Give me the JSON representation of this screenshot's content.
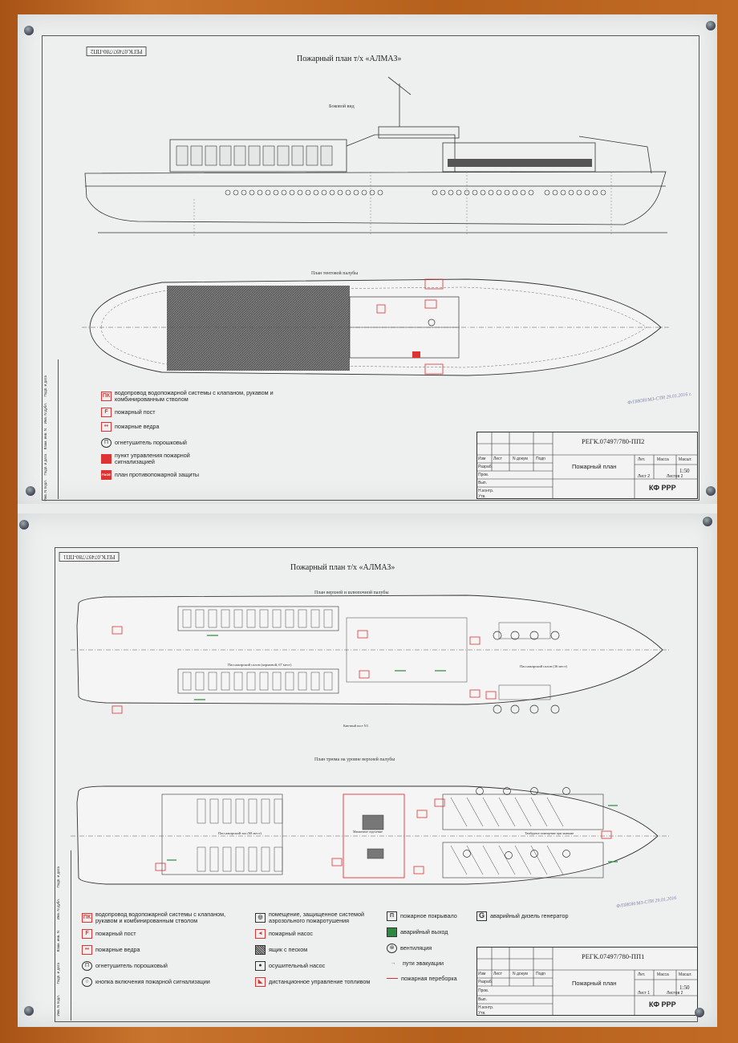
{
  "sheet_top": {
    "stamp": "РЕГК.07497/780-ПП2",
    "title": "Пожарный план т/х «АЛМАЗ»",
    "view_side": "Боковой вид",
    "view_plan": "План тентовой палубы",
    "legend": [
      {
        "sym": "ПК",
        "style": "pk",
        "text": "водопровод водопожарной системы с клапаном, рукавом и комбинированным стволом"
      },
      {
        "sym": "F",
        "style": "pk",
        "text": "пожарный пост"
      },
      {
        "sym": "••",
        "style": "dots",
        "text": "пожарные ведра"
      },
      {
        "sym": "П",
        "style": "circ",
        "text": "огнетушитель порошковый"
      },
      {
        "sym": "",
        "style": "red-fill",
        "text": "пункт управления пожарной сигнализацией"
      },
      {
        "sym": "PAGE",
        "style": "red-fill",
        "text": "план противопожарной защиты"
      }
    ],
    "titleblock": {
      "code": "РЕГК.07497/780-ПП2",
      "name": "Пожарный план",
      "scale": "1:50",
      "org": "КФ РРР",
      "cols": [
        "Изм",
        "Лист",
        "N докум",
        "Подп"
      ],
      "rows": [
        "Разраб.",
        "Пров.",
        "Вып.",
        "Н.контр.",
        "Утв."
      ],
      "meta": [
        "Лит.",
        "Масса",
        "Масшт."
      ],
      "sheet": "Лист 2",
      "sheets": "Листов 2"
    },
    "handwriting": "Ф/ПИОН/МЗ-СТИ 29.01.2016 г."
  },
  "sheet_bottom": {
    "stamp": "РЕГК.07497/780-ПП1",
    "title": "Пожарный план т/х «АЛМАЗ»",
    "view_upper": "План верхней и шлюпочной палубы",
    "view_hold": "План трюма на уровне верхней палубы",
    "label_salon_aft": "Пассажирский салон (кормовой, 67 мест)",
    "label_salon_fwd": "Пассажирский салон (36 мест)",
    "label_hold_salon": "Пассажирский зал (68 мест)",
    "label_engine": "Машинное отделение",
    "label_crew": "Тамбурное помещение при экипаже",
    "label_post": "Каютный пост N3",
    "legend_col1": [
      {
        "sym": "ПК",
        "style": "pk",
        "text": "водопровод водопожарной системы с клапаном, рукавом и комбинированным стволом"
      },
      {
        "sym": "F",
        "style": "pk",
        "text": "пожарный пост"
      },
      {
        "sym": "••",
        "style": "dots",
        "text": "пожарные ведра"
      },
      {
        "sym": "П",
        "style": "circ",
        "text": "огнетушитель порошковый"
      },
      {
        "sym": "○",
        "style": "circ",
        "text": "кнопка включения пожарной сигнализации"
      }
    ],
    "legend_col2": [
      {
        "sym": "◎",
        "style": "box",
        "text": "помещение, защищенное системой аэрозольного пожаротушения"
      },
      {
        "sym": "◂",
        "style": "pk",
        "text": "пожарный насос"
      },
      {
        "sym": "",
        "style": "gray",
        "text": "ящик с песком"
      },
      {
        "sym": "●",
        "style": "box",
        "text": "осушительный насос"
      },
      {
        "sym": "◣",
        "style": "pk",
        "text": "дистанционное управление топливом"
      }
    ],
    "legend_col3": [
      {
        "sym": "П",
        "style": "box",
        "text": "пожарное покрывало"
      },
      {
        "sym": "",
        "style": "green",
        "text": "аварийный выход"
      },
      {
        "sym": "⊗",
        "style": "circ",
        "text": "вентиляция"
      },
      {
        "sym": "→",
        "style": "arrow",
        "text": "пути эвакуации"
      },
      {
        "sym": "",
        "style": "line",
        "text": "пожарная переборка"
      }
    ],
    "legend_g": {
      "sym": "G",
      "text": "аварийный дизель генератор"
    },
    "titleblock": {
      "code": "РЕГК.07497/780-ПП1",
      "name": "Пожарный план",
      "scale": "1:50",
      "org": "КФ РРР",
      "cols": [
        "Изм",
        "Лист",
        "N докум",
        "Подп"
      ],
      "rows": [
        "Разраб.",
        "Пров.",
        "Вып.",
        "Н.контр.",
        "Утв."
      ],
      "meta": [
        "Лит.",
        "Масса",
        "Масшт."
      ],
      "sheet": "Лист 1",
      "sheets": "Листов 2"
    },
    "handwriting": "Ф/ПИОН/МЗ-СТИ 29.01.2016"
  },
  "side_columns": [
    "Инв. N подл.",
    "Подп. и дата",
    "Взам. инв. N",
    "Инв. N дубл.",
    "Подп. и дата"
  ],
  "colors": {
    "red": "#d33333",
    "green": "#2c8a3e",
    "paper": "#eef0ef",
    "frame": "#b9631f"
  }
}
